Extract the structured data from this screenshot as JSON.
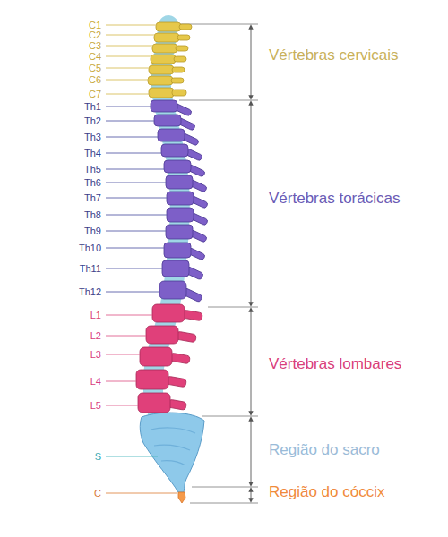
{
  "diagram": {
    "labels": [
      "C1",
      "C2",
      "C3",
      "C4",
      "C5",
      "C6",
      "C7",
      "Vértebras cervicais",
      "Th1",
      "Th2",
      "Th3",
      "Th4",
      "Th5",
      "Th6",
      "Th7",
      "Th8",
      "Th9",
      "Th10",
      "Th11",
      "Th12",
      "Vértebras torácicas",
      "L1",
      "L2",
      "L3",
      "L4",
      "L5",
      "Vértebras lombares",
      "S",
      "Região do sacro",
      "C",
      "Região do cóccix"
    ]
  }
}
